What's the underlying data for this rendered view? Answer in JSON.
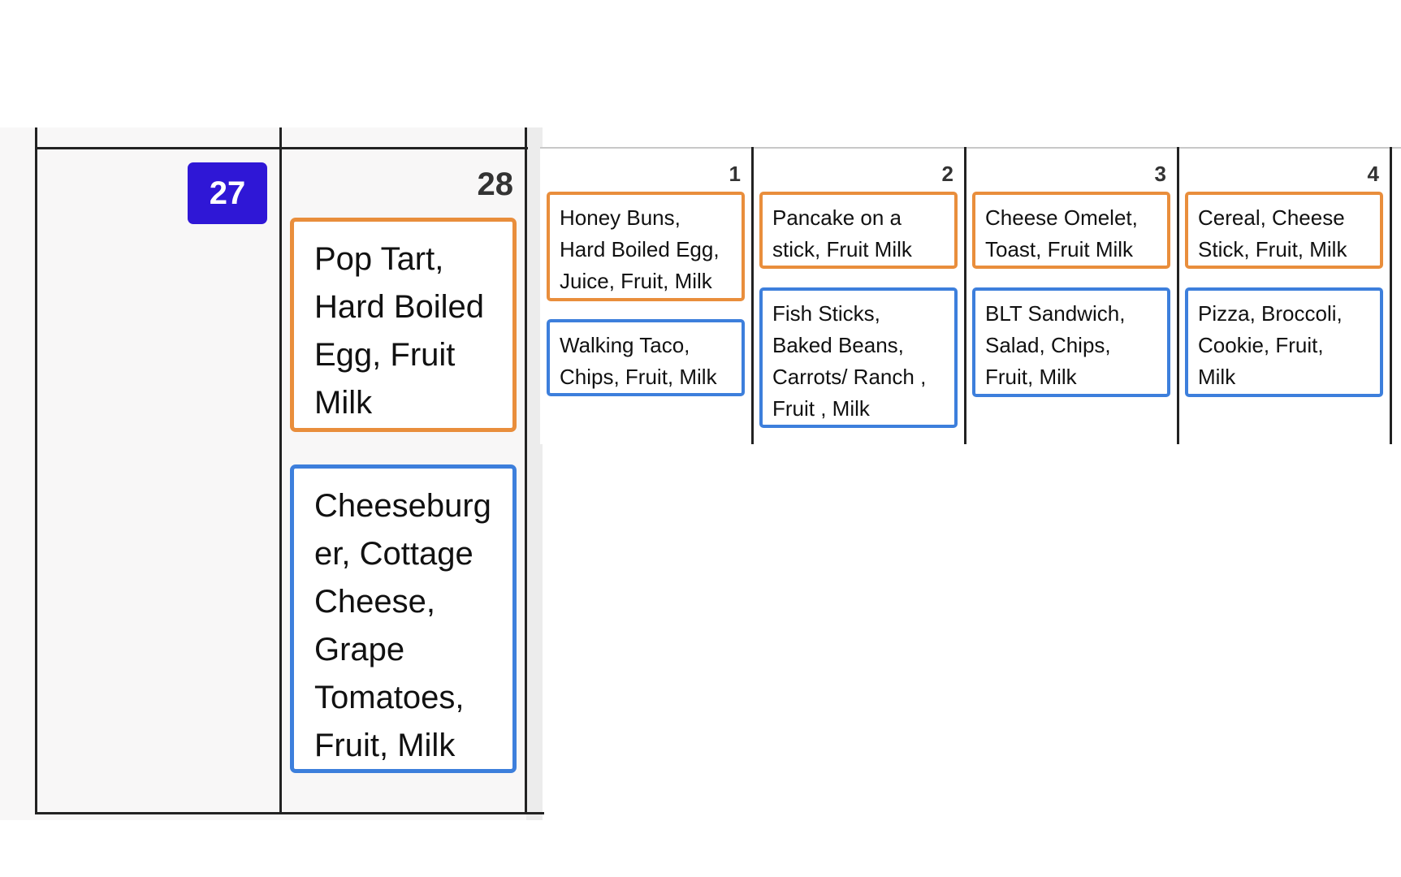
{
  "colors": {
    "today_badge": "#2f17d6",
    "breakfast_border": "#e98e3c",
    "lunch_border": "#3d7fdc"
  },
  "days": [
    {
      "day": "27",
      "is_today": true,
      "breakfast": "",
      "lunch": ""
    },
    {
      "day": "28",
      "breakfast": "Pop Tart,\nHard Boiled\nEgg, Fruit\nMilk",
      "lunch": "Cheeseburg\ner, Cottage\nCheese,\nGrape\nTomatoes,\nFruit, Milk"
    },
    {
      "day": "1",
      "breakfast": "Honey Buns,\nHard Boiled Egg,\nJuice, Fruit, Milk",
      "lunch": "Walking Taco,\nChips, Fruit, Milk"
    },
    {
      "day": "2",
      "breakfast": "Pancake on a\nstick, Fruit Milk",
      "lunch": "Fish Sticks,\nBaked Beans,\nCarrots/ Ranch ,\nFruit , Milk"
    },
    {
      "day": "3",
      "breakfast": "Cheese Omelet,\nToast, Fruit Milk",
      "lunch": "BLT Sandwich,\nSalad, Chips,\nFruit, Milk"
    },
    {
      "day": "4",
      "breakfast": "Cereal, Cheese\nStick, Fruit, Milk",
      "lunch": "Pizza, Broccoli,\nCookie, Fruit,\nMilk"
    }
  ]
}
